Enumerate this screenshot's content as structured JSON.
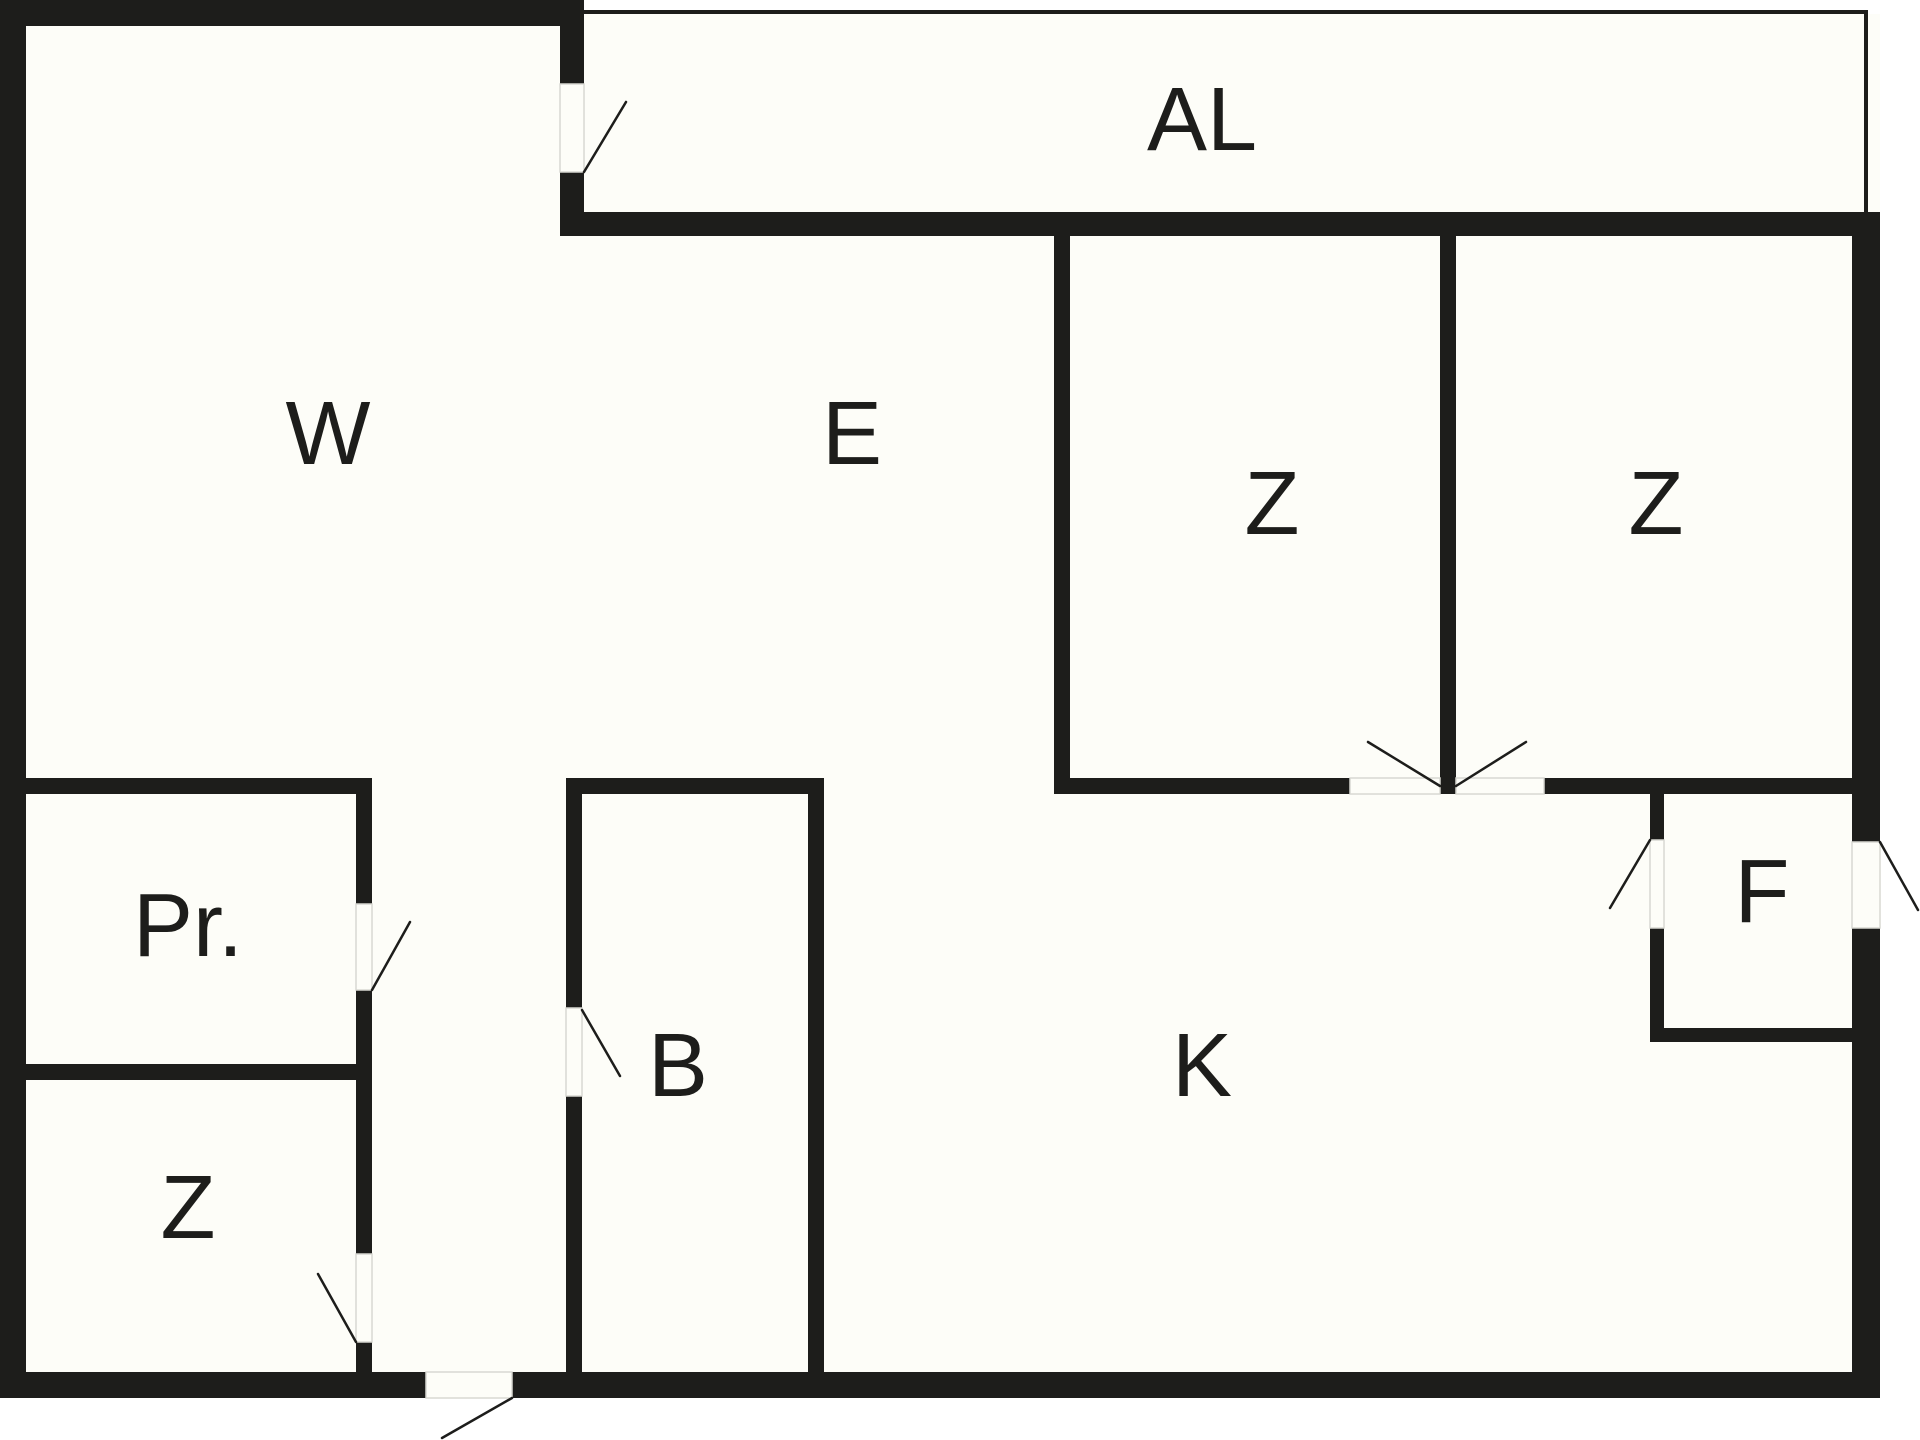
{
  "colors": {
    "wall": "#1d1d1b",
    "floor": "#fdfdf8",
    "background": "#ffffff"
  },
  "rooms": {
    "balcony": "AL",
    "living_room": "W",
    "hallway": "E",
    "bedroom_middle": "Z",
    "bedroom_right": "Z",
    "pantry": "Pr.",
    "bedroom_small": "Z",
    "bathroom": "B",
    "kitchen": "K",
    "storage": "F"
  }
}
